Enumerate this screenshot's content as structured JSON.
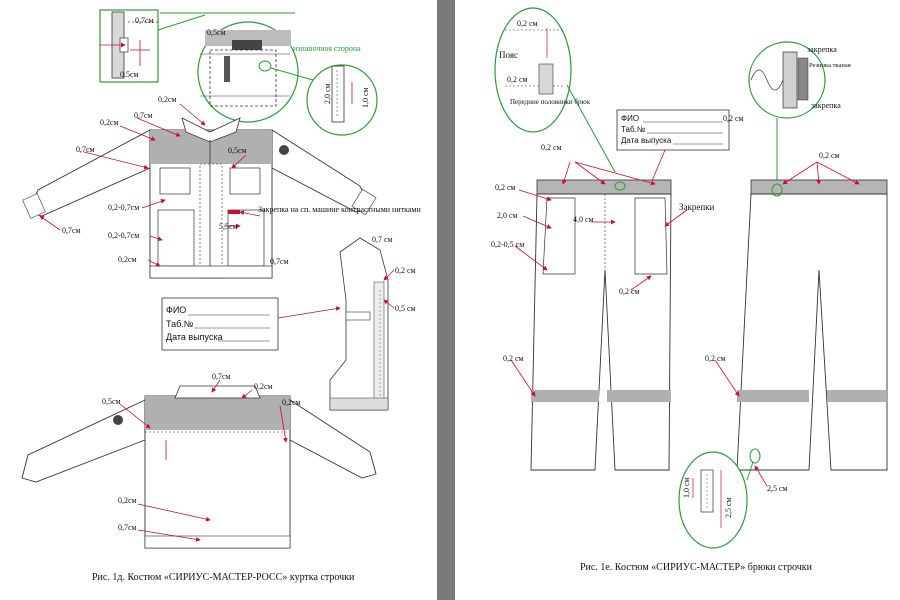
{
  "left_page": {
    "caption": "Рис. 1д. Костюм «СИРИУС-МАСТЕР-РОСС» куртка строчки",
    "dims": {
      "d07_top": "0,7см",
      "d05_top": "0.5см",
      "d05_inset": "0,5см",
      "izn_storona": "изнаночная сторона",
      "d20": "2,0 см",
      "d10": "1,0 см",
      "d02_collar": "0,2см",
      "d02_a": "0,2см",
      "d07_b": "0,7см",
      "d07_c": "0,7см",
      "d05_chest": "0,5см",
      "d02_07": "0,2-0,7см",
      "zakrepka_note": "Закрепка на сп. машине контрастными нитками",
      "d55": "5,5см",
      "d02_07b": "0,2-0,7см",
      "d07_sleeve": "0,7см",
      "d02_hem": "0,2см",
      "d07_hem": "0,7см",
      "d07_side1": "0,7 см",
      "d02_side": "0,2 см",
      "d05_side": "0,5 см",
      "d07_back_top": "0,7см",
      "d02_back1": "0,2см",
      "d05_back": "0,5см",
      "d02_back2": "0,2см",
      "d02_back_hem": "0,2см",
      "d07_back_hem": "0,7см"
    },
    "label_box": {
      "fio": "ФИО",
      "tab": "Таб.№",
      "date": "Дата выпуска"
    }
  },
  "right_page": {
    "caption": "Рис. 1е. Костюм «СИРИУС-МАСТЕР» брюки строчки",
    "dims": {
      "d02_top": "0,2 см",
      "poyas": "Пояс",
      "d02_belt": "0,2 см",
      "perednie": "Передние половинки брюк",
      "zakrepka1": "закрепка",
      "rezinka": "Резинка тканая",
      "zakrepka2": "закрепка",
      "d02_right": "0,2 см",
      "d02_front_top": "0,2 см",
      "d02_back_top": "0,2 см",
      "d02_left": "0,2 см",
      "d20": "2,0 см",
      "d40": "4,0 см",
      "zakrepki": "Закрепки",
      "d02_05": "0,2-0,5 см",
      "d02_pocket": "0,2 см",
      "d02_knee": "0,2 см",
      "d02_knee_back": "0,2 см",
      "d10": "1,0 см",
      "d25": "2,5 см",
      "d25b": "2,5 см"
    },
    "label_box": {
      "fio": "ФИО",
      "tab": "Таб.№",
      "date": "Дата выпуска"
    }
  },
  "colors": {
    "dim_red": "#c8102e",
    "callout_green": "#2e9a3c",
    "band_gray": "#a9a9a9",
    "page_gap": "#7a7a7a"
  }
}
